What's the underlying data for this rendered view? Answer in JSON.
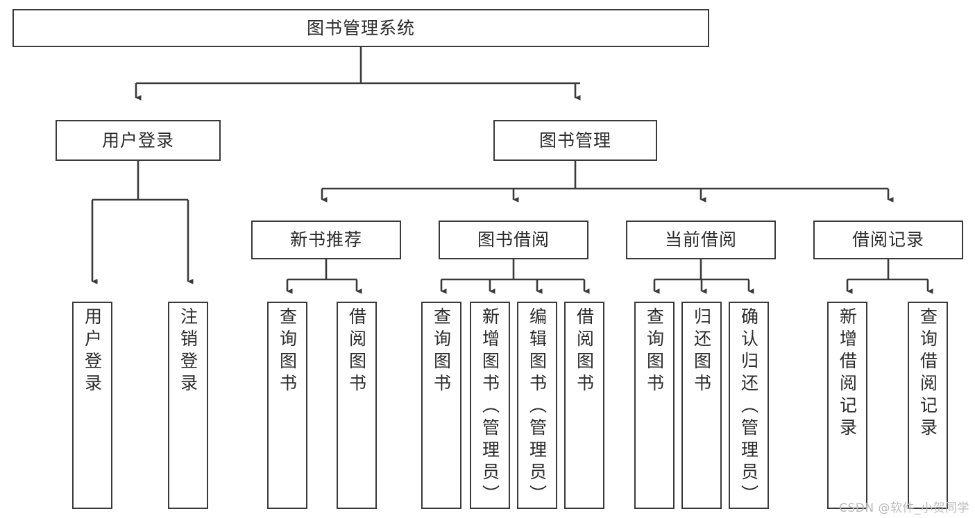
{
  "diagram": {
    "title": "图书管理系统",
    "type": "tree",
    "root": {
      "label": "图书管理系统"
    },
    "level2": [
      {
        "label": "用户登录"
      },
      {
        "label": "图书管理"
      }
    ],
    "level3": [
      {
        "label": "新书推荐"
      },
      {
        "label": "图书借阅"
      },
      {
        "label": "当前借阅"
      },
      {
        "label": "借阅记录"
      }
    ],
    "leaves_user_login": [
      {
        "label": "用户登录"
      },
      {
        "label": "注销登录"
      }
    ],
    "leaves_new_book": [
      {
        "label": "查询图书"
      },
      {
        "label": "借阅图书"
      }
    ],
    "leaves_borrow": [
      {
        "label": "查询图书"
      },
      {
        "label": "新增图书（管理员）"
      },
      {
        "label": "编辑图书（管理员）"
      },
      {
        "label": "借阅图书"
      }
    ],
    "leaves_current": [
      {
        "label": "查询图书"
      },
      {
        "label": "归还图书"
      },
      {
        "label": "确认归还（管理员）"
      }
    ],
    "leaves_records": [
      {
        "label": "新增借阅记录"
      },
      {
        "label": "查询借阅记录"
      }
    ],
    "watermark": "CSDN @软件_小贺同学",
    "colors": {
      "stroke": "#3a3a3a",
      "text": "#2b2b2b",
      "background": "#ffffff",
      "watermark": "#b9b9b9"
    }
  }
}
